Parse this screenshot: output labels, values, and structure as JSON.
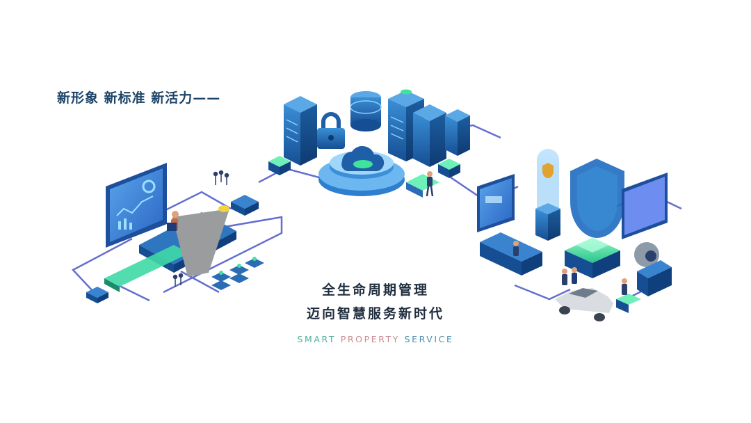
{
  "headline": "新形象 新标准 新活力——",
  "slogan": {
    "line1": "全生命周期管理",
    "line2": "迈向智慧服务新时代"
  },
  "tagline": {
    "word1": "SMART",
    "word2": "PROPERTY",
    "word3": "SERVICE"
  },
  "colors": {
    "headline": "#1d4467",
    "tagline_word1": "#4fae9e",
    "tagline_word2": "#c9898f",
    "tagline_word3": "#4c8fae",
    "network_line": "#4a54c8",
    "server_blue": "#1f5fa8",
    "accent_green": "#3fe39a"
  }
}
